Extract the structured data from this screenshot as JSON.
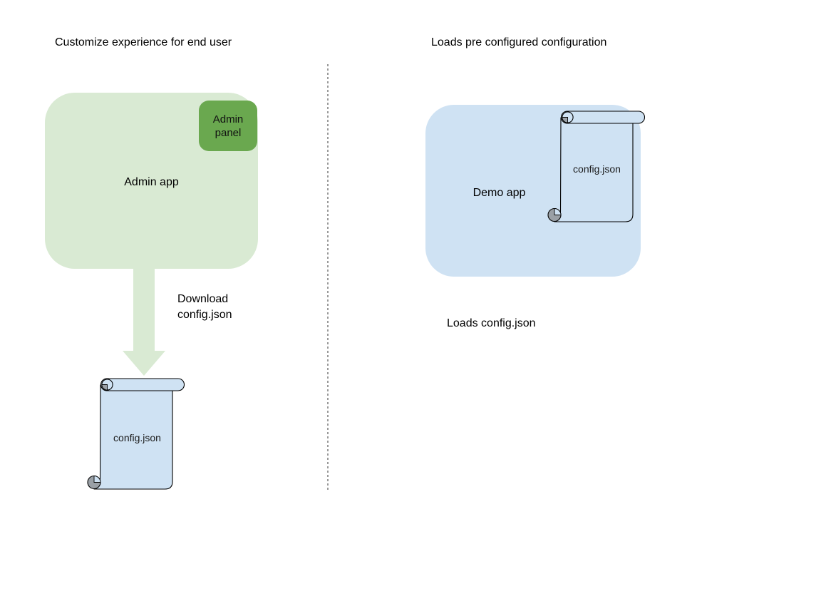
{
  "left_section": {
    "heading": "Customize experience for end user",
    "admin_app": {
      "label": "Admin app"
    },
    "admin_panel": {
      "label": "Admin panel"
    },
    "arrow_label": "Download\nconfig.json",
    "config_file": {
      "label": "config.json"
    }
  },
  "right_section": {
    "heading": "Loads pre configured configuration",
    "demo_app": {
      "label": "Demo app"
    },
    "config_file": {
      "label": "config.json"
    },
    "caption": "Loads config.json"
  },
  "colors": {
    "admin_app_fill": "#d9ead3",
    "admin_panel_fill": "#6aa84f",
    "arrow_fill": "#d9ead3",
    "demo_app_fill": "#cfe2f3",
    "file_fill": "#cfe2f3",
    "file_curl_shade": "#9aa0a6",
    "file_stroke": "#000000",
    "divider": "#9a9a9a",
    "text": "#000000",
    "background": "#ffffff"
  }
}
